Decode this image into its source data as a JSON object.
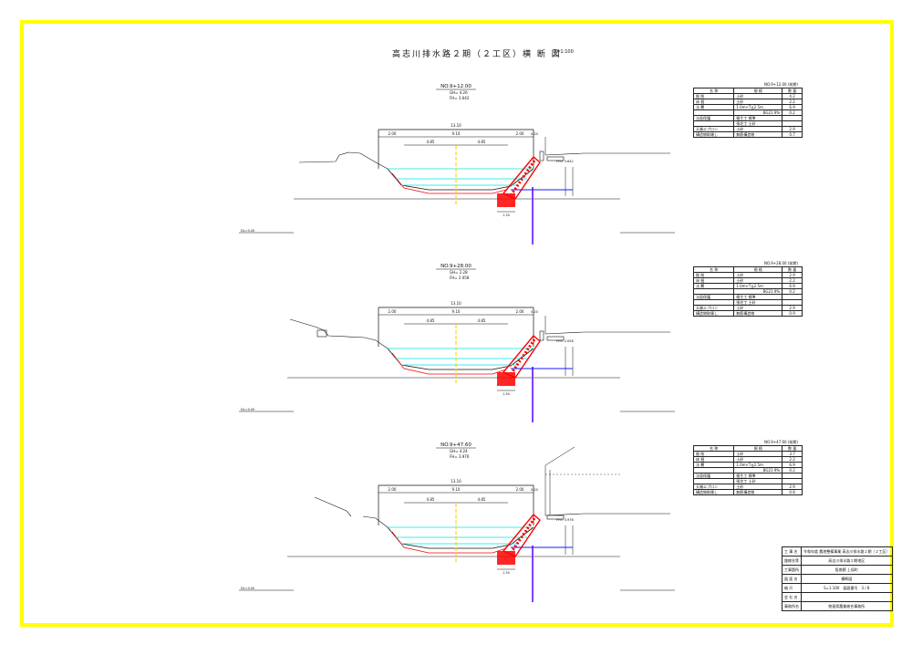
{
  "sheet": {
    "title": "高志川排水路２期（２工区）横 断 図",
    "scale": "S=1:100"
  },
  "sections": [
    {
      "station": "NO.9+12.00",
      "gh": "GH= 4.26",
      "fh": "FH= 3.642",
      "dl": "DL=0.00",
      "level_tag": "FH= 3.642",
      "dims": {
        "total": "13.10",
        "left": "2.00",
        "mid": "9.10",
        "right": "2.00",
        "right_sub": "0.20",
        "half_l": "4.85",
        "half_r": "4.85",
        "bottom": "1.30"
      },
      "table_caption": "NO.9+12.00 (前期)",
      "table": [
        [
          "名 称",
          "規 格",
          "数 量"
        ],
        [
          "掘 削",
          "土砂",
          "4.2"
        ],
        [
          "床 掘",
          "土砂",
          "2.2"
        ],
        [
          "法 覆",
          "1.0m<T≦2.5m",
          "6.9"
        ],
        [
          "",
          "BG21.9%",
          "0.2"
        ],
        [
          "法面保護",
          "植生工 標準",
          ""
        ],
        [
          "",
          "張芝工 土砂",
          ""
        ],
        [
          "天端エプロン",
          "土砂",
          "2.9"
        ],
        [
          "構造物取壊し",
          "無筋構造物",
          "0.7"
        ]
      ]
    },
    {
      "station": "NO.9+28.00",
      "gh": "GH= 2.28",
      "fh": "FH= 2.058",
      "dl": "DL=0.00",
      "level_tag": "FH= 2.058",
      "dims": {
        "total": "13.10",
        "left": "2.00",
        "mid": "9.10",
        "right": "2.00",
        "right_sub": "0.20",
        "half_l": "4.85",
        "half_r": "4.85",
        "bottom": "1.30"
      },
      "table_caption": "NO.9+28.00 (前期)",
      "table": [
        [
          "名 称",
          "規 格",
          "数 量"
        ],
        [
          "掘 削",
          "土砂",
          "2.9"
        ],
        [
          "床 掘",
          "土砂",
          "2.2"
        ],
        [
          "法 覆",
          "1.0m<T≦2.5m",
          "6.9"
        ],
        [
          "",
          "BG21.9%",
          "0.2"
        ],
        [
          "法面保護",
          "植生工 標準",
          ""
        ],
        [
          "",
          "張芝工 土砂",
          ""
        ],
        [
          "天端エプロン",
          "土砂",
          "2.9"
        ],
        [
          "構造物取壊し",
          "無筋構造物",
          "0.9"
        ]
      ]
    },
    {
      "station": "NO.9+47.60",
      "gh": "GH= 4.24",
      "fh": "FH= 3.976",
      "dl": "DL=0.00",
      "level_tag": "FH= 3.976",
      "dims": {
        "total": "13.10",
        "left": "2.00",
        "mid": "9.10",
        "right": "2.00",
        "right_sub": "0.20",
        "half_l": "4.85",
        "half_r": "4.85",
        "bottom": "1.30"
      },
      "table_caption": "NO.9+47.60 (前期)",
      "table": [
        [
          "名 称",
          "規 格",
          "数 量"
        ],
        [
          "掘 削",
          "土砂",
          "3.7"
        ],
        [
          "床 掘",
          "土砂",
          "2.2"
        ],
        [
          "法 覆",
          "1.0m<T≦2.5m",
          "6.9"
        ],
        [
          "",
          "BG21.9%",
          "0.2"
        ],
        [
          "法面保護",
          "植生工 標準",
          ""
        ],
        [
          "",
          "張芝工 土砂",
          ""
        ],
        [
          "天端エプロン",
          "土砂",
          "2.9"
        ],
        [
          "構造物取壊し",
          "無筋構造物",
          "0.8"
        ]
      ]
    }
  ],
  "title_block": {
    "rows": [
      [
        "工 事 名",
        "令和年度 農地整備事業 高志川排水路２期（２工区）"
      ],
      [
        "路線名等",
        "高志川排水路２期地区"
      ],
      [
        "工事箇所",
        "阪南郡 上俣町"
      ],
      [
        "図 面 名",
        "横断図"
      ],
      [
        "縮 尺",
        "S=1:100　図面番号　3 / 8"
      ],
      [
        "会 社 名",
        ""
      ],
      [
        "事務所名",
        "徳島県農業総合事務所"
      ]
    ]
  },
  "colors": {
    "frame": "#ffff00",
    "water": "#00e5e5",
    "structure": "#ff0000",
    "pile": "#7f3fff",
    "centerline": "#ffd800",
    "line": "#111111"
  }
}
